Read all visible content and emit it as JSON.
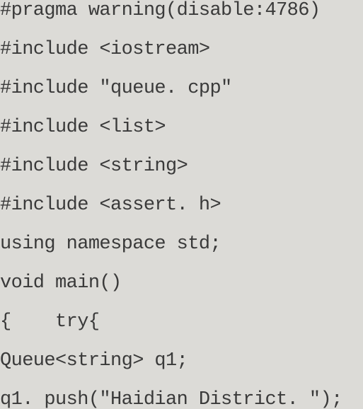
{
  "code": {
    "lines": [
      "#pragma warning(disable:4786)",
      "#include <iostream>",
      "#include \"queue. cpp\"",
      "#include <list>",
      "#include <string>",
      "#include <assert. h>",
      "using namespace std;",
      "void main()",
      "{    try{",
      "Queue<string> q1;",
      "q1. push(\"Haidian District. \");"
    ]
  }
}
